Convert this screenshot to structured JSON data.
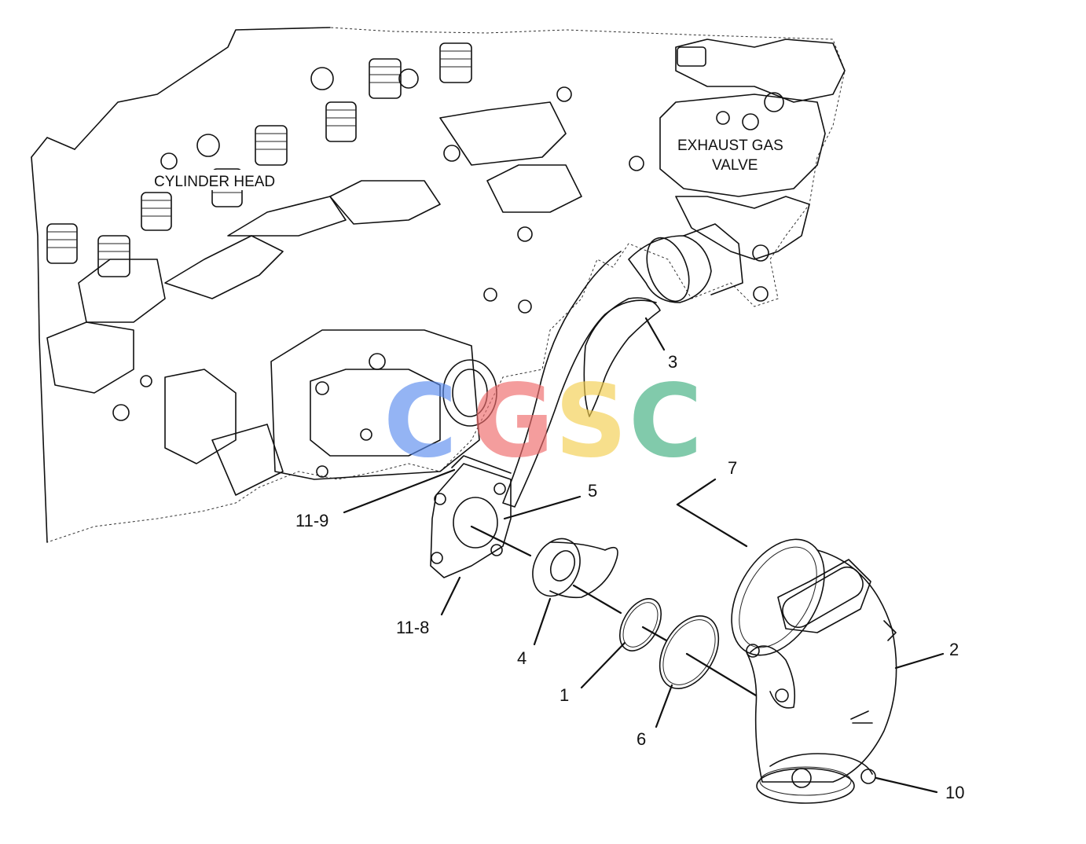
{
  "labels": {
    "cylinder_head": "CYLINDER HEAD",
    "exhaust_gas_line1": "EXHAUST GAS",
    "exhaust_gas_line2": "VALVE"
  },
  "callouts": {
    "c1": "1",
    "c2": "2",
    "c3": "3",
    "c4": "4",
    "c5": "5",
    "c6": "6",
    "c7": "7",
    "c10": "10",
    "c11_8": "11-8",
    "c11_9": "11-9"
  },
  "watermark": {
    "letters": [
      "C",
      "G",
      "S",
      "C"
    ],
    "colors": [
      "#5b8def",
      "#ef6a6a",
      "#f4cf4f",
      "#3fae7f"
    ]
  }
}
